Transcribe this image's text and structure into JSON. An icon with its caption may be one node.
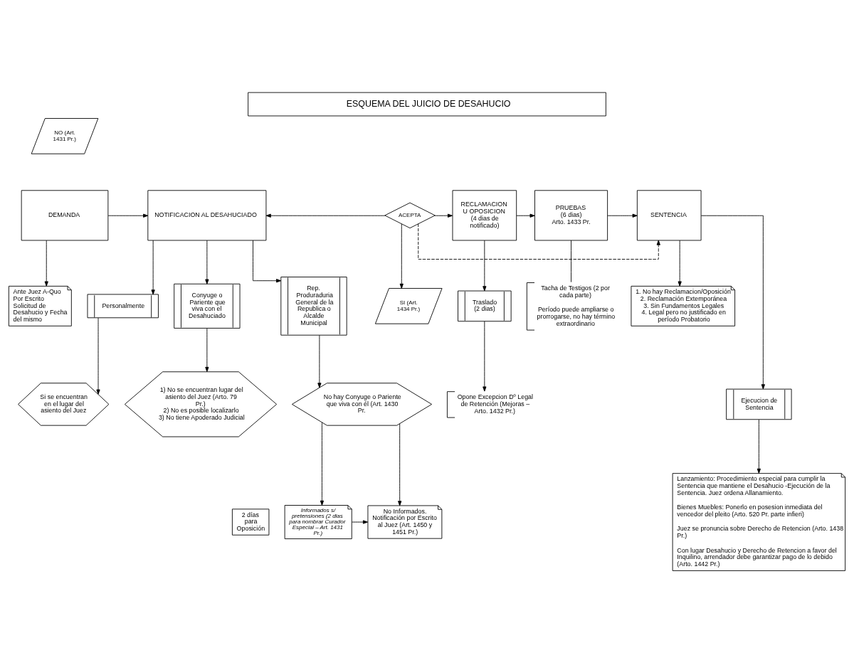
{
  "diagram": {
    "title": "ESQUEMA DEL JUICIO DE DESAHUCIO",
    "nodes": [
      {
        "text": [
          "DEMANDA"
        ]
      },
      {
        "text": [
          "NOTIFICACION AL DESAHUCIADO"
        ]
      },
      {
        "text": [
          "ACEPTA"
        ]
      },
      {
        "text": [
          "NO (Art. 1431 Pr.)"
        ]
      },
      {
        "text": [
          "SI (Art. 1434 Pr.)"
        ]
      },
      {
        "text": [
          "RECLAMACION U OPOSICION",
          "(4 dias de notificado)"
        ]
      },
      {
        "text": [
          "PRUEBAS",
          "(6 dias)",
          "Arto. 1433 Pr."
        ]
      },
      {
        "text": [
          "SENTENCIA"
        ]
      },
      {
        "text": [
          "Ante Juez A-Quo",
          "Por Escrito",
          "Solicitud de Desahucio y Fecha del mismo"
        ]
      },
      {
        "text": [
          "Personalmente"
        ]
      },
      {
        "text": [
          "Conyuge o Pariente que viva con el Desahuciado"
        ]
      },
      {
        "text": [
          "Rep. Produraduria General de la Republica o Alcalde Municipal"
        ]
      },
      {
        "text": [
          "Traslado",
          "(2 dias)"
        ]
      },
      {
        "text": [
          "1. No hay Reclamacion/Oposición",
          "2. Reclamación Extemporánea",
          "3. Sin Fundamentos Legales",
          "4. Legal pero no justificado en período Probatorio"
        ]
      },
      {
        "text": [
          "Si se encuentran en el lugar del asiento del Juez"
        ]
      },
      {
        "text": [
          "1) No se encuentran lugar del asiento del Juez (Arto. 79 Pr.)",
          "2) No es posible localizarlo",
          "3) No tiene Apoderado Judicial"
        ]
      },
      {
        "text": [
          "No hay Conyuge o Pariente que viva con él (Art. 1430 Pr."
        ]
      },
      {
        "text": [
          "Informados s/ pretensiones (2 dias para nombrar Curador Especial – Art. 1431 Pr.)"
        ]
      },
      {
        "text": [
          "No Informados. Notificación por Escrito al Juez (Art. 1450 y 1451 Pr.)"
        ]
      },
      {
        "text": [
          "2 días para Oposición"
        ]
      },
      {
        "text": [
          "Opone Excepcion Dº Legal de Retención (Mejoras – Arto. 1432 Pr.)"
        ]
      },
      {
        "text": [
          "Tacha de Testigos (2 por cada parte)",
          "Período puede ampliarse o prorrogarse, no hay término extraordinario"
        ]
      },
      {
        "text": [
          "Ejecucion de Sentencia"
        ]
      },
      {
        "text": [
          "Lanzamiento: Procedimiento especial para cumplir la Sentencia que mantiene el Desahucio -Ejecución de la Sentencia. Juez ordena Allanamiento.",
          "Bienes Muebles: Ponerlo en posesion inmediata del vencedor del pleito (Arto. 520 Pr. parte infieri)",
          "Juez se pronuncia sobre Derecho de Retencion (Arto. 1438 Pr.)",
          "Con lugar Desahucio y Derecho de Retencion a favor del Inquilino, arrendador debe garantizar pago de lo debido (Arto. 1442 Pr.)"
        ]
      }
    ],
    "edges": [
      {
        "from": 0,
        "to": 1,
        "arrow": "to"
      },
      {
        "from": 2,
        "to": 1,
        "arrow": "to"
      },
      {
        "from": 2,
        "to": 5,
        "arrow": "to"
      },
      {
        "from": 2,
        "to": 4,
        "arrow": "to"
      },
      {
        "from": 2,
        "to": 7,
        "arrow": "to",
        "style": "dashed"
      },
      {
        "from": 0,
        "to": 8,
        "arrow": "to"
      },
      {
        "from": 1,
        "to": 9,
        "arrow": "to"
      },
      {
        "from": 1,
        "to": 10,
        "arrow": "to"
      },
      {
        "from": 1,
        "to": 11,
        "arrow": "to"
      },
      {
        "from": 5,
        "to": 6,
        "arrow": "to"
      },
      {
        "from": 6,
        "to": 7,
        "arrow": "to"
      },
      {
        "from": 5,
        "to": 12,
        "arrow": "to"
      },
      {
        "from": 7,
        "to": 13,
        "arrow": "to"
      },
      {
        "from": 7,
        "to": 22,
        "arrow": "to"
      },
      {
        "from": 9,
        "to": 14,
        "arrow": "to"
      },
      {
        "from": 10,
        "to": 15,
        "arrow": "to"
      },
      {
        "from": 11,
        "to": 16,
        "arrow": "to"
      },
      {
        "from": 16,
        "to": 17,
        "arrow": "to"
      },
      {
        "from": 16,
        "to": 18,
        "arrow": "to"
      },
      {
        "from": 17,
        "to": 18,
        "arrow": "to"
      },
      {
        "from": 12,
        "to": 20,
        "arrow": "to"
      },
      {
        "from": 6,
        "to": 21,
        "arrow": "none"
      },
      {
        "from": 22,
        "to": 23,
        "arrow": "to"
      }
    ]
  }
}
